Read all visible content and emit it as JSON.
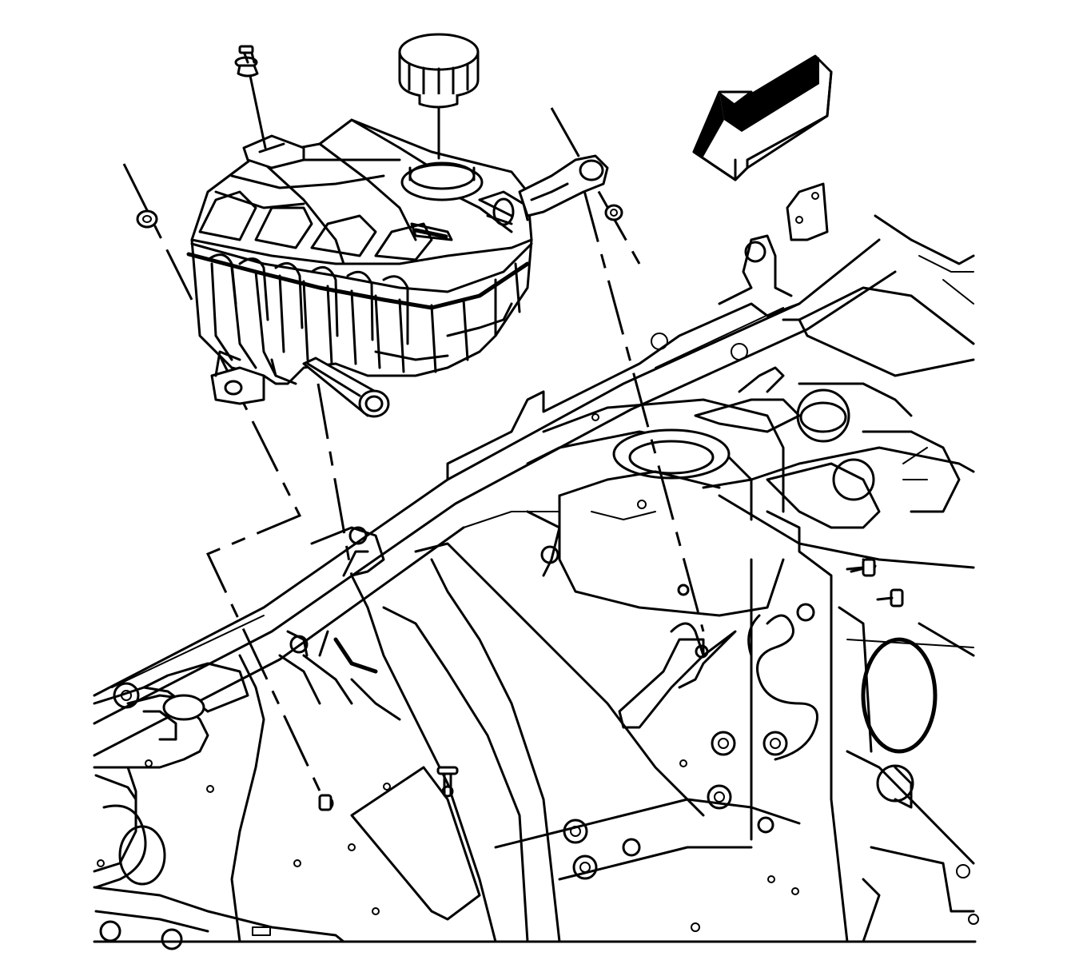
{
  "diagram": {
    "parts": [
      {
        "id": "coolant-reservoir",
        "icon": "reservoir-tank"
      },
      {
        "id": "pressure-cap",
        "icon": "cap"
      },
      {
        "id": "push-pin-retainer",
        "icon": "push-pin"
      },
      {
        "id": "mounting-grommet-left",
        "icon": "grommet"
      },
      {
        "id": "mounting-grommet-right",
        "icon": "grommet"
      },
      {
        "id": "mounting-bolt",
        "icon": "bolt"
      },
      {
        "id": "front-direction-arrow",
        "icon": "arrow-left-down"
      },
      {
        "id": "vehicle-body-structure",
        "icon": "body-panel"
      }
    ],
    "colors": {
      "stroke": "#000000",
      "background": "#ffffff"
    }
  }
}
